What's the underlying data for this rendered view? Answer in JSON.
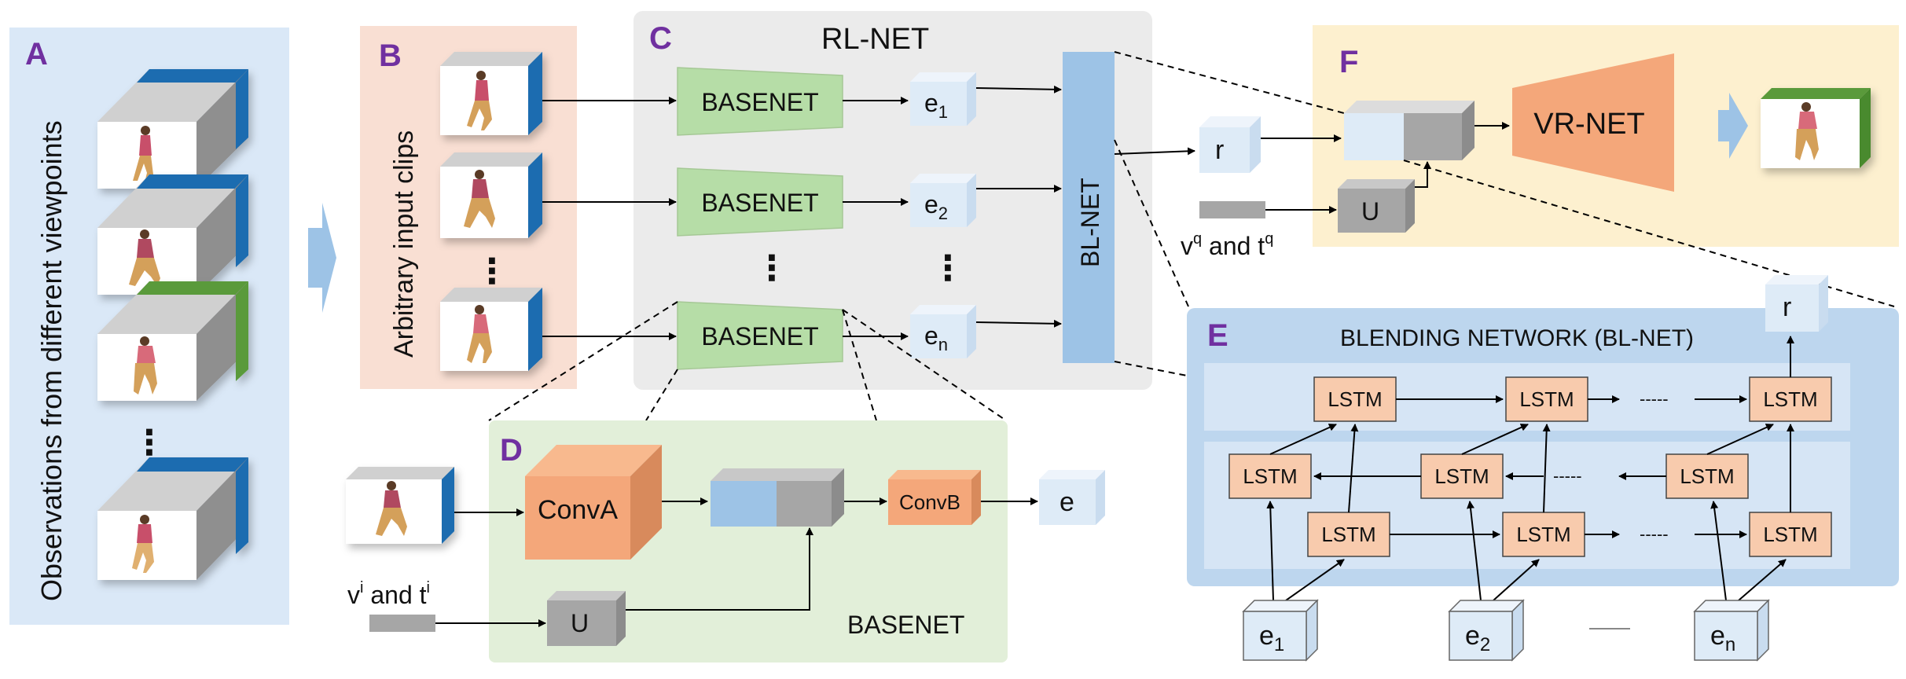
{
  "panels": {
    "a": {
      "letter": "A",
      "vertical_text": "Observations from different viewpoints",
      "ellipsis": "⋮"
    },
    "b": {
      "letter": "B",
      "vertical_text": "Arbitrary input clips",
      "ellipsis": "⋮"
    },
    "c": {
      "letter": "C",
      "title": "RL-NET",
      "basenet_label": "BASENET",
      "ellipsis": "⋮",
      "embeddings": [
        {
          "base": "e",
          "sub": "1"
        },
        {
          "base": "e",
          "sub": "2"
        },
        {
          "base": "e",
          "sub": "n"
        }
      ],
      "blnet_label": "BL-NET"
    },
    "d": {
      "letter": "D",
      "conva": "ConvA",
      "convb": "ConvB",
      "u": "U",
      "e": "e",
      "input_base1": "v",
      "input_sup1": "i",
      "input_mid": " and t",
      "input_sup2": "i",
      "caption": "BASENET"
    },
    "e": {
      "letter": "E",
      "title": "BLENDING NETWORK (BL-NET)",
      "lstm": "LSTM",
      "output": "r",
      "dashes": "-----",
      "inputs": [
        {
          "base": "e",
          "sub": "1"
        },
        {
          "base": "e",
          "sub": "2"
        },
        {
          "base": "e",
          "sub": "n"
        }
      ]
    },
    "f": {
      "letter": "F",
      "vrnet": "VR-NET",
      "r": "r",
      "u": "U",
      "query_base1": "v",
      "query_sup1": "q",
      "query_mid": " and t",
      "query_sup2": "q"
    }
  },
  "colors": {
    "panel_a_bg": "#dae8f7",
    "panel_b_bg": "#f9dfd3",
    "panel_c_bg": "#ebebeb",
    "panel_d_bg": "#e2efd9",
    "panel_e_bg": "#bdd6ee",
    "panel_f_bg": "#fdf0cf",
    "basenet": "#b6dda7",
    "conv": "#f4a77a",
    "lstm": "#f8cbad",
    "embed_cube": "#deebf7",
    "gray_cube": "#a6a6a6",
    "accent_letter": "#7030a0"
  }
}
